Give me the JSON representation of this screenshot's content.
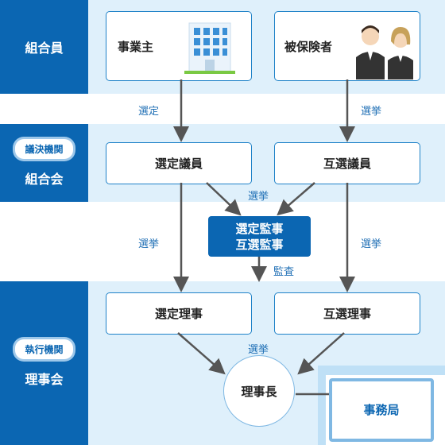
{
  "sections": {
    "members": {
      "label": "組合員"
    },
    "assembly": {
      "tag": "議決機関",
      "label": "組合会"
    },
    "board": {
      "tag": "執行機関",
      "label": "理事会"
    }
  },
  "nodes": {
    "employer": "事業主",
    "insured": "被保険者",
    "appointed_member": "選定議員",
    "elected_member": "互選議員",
    "auditors_line1": "選定監事",
    "auditors_line2": "互選監事",
    "appointed_director": "選定理事",
    "elected_director": "互選理事",
    "chairman": "理事長",
    "secretariat": "事務局"
  },
  "edge_labels": {
    "appoint": "選定",
    "elect_top": "選挙",
    "elect_assembly": "選挙",
    "elect_left": "選挙",
    "elect_right": "選挙",
    "audit": "監査",
    "elect_board": "選挙"
  },
  "colors": {
    "primary": "#0b66b2",
    "section_bg": "#dff0fb",
    "border": "#1f82c8",
    "arrow": "#555555"
  }
}
